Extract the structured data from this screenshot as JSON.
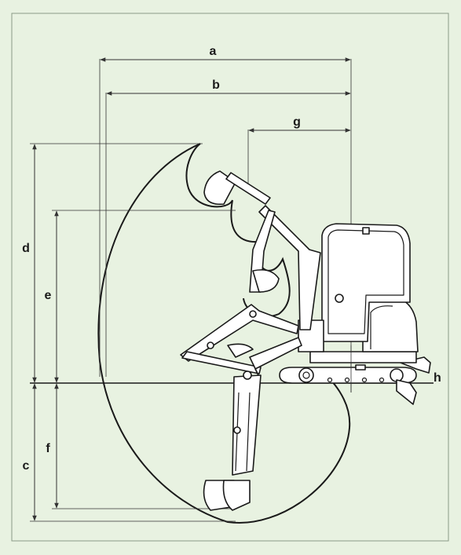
{
  "labels": {
    "a": "a",
    "b": "b",
    "g": "g",
    "d": "d",
    "e": "e",
    "f": "f",
    "c": "c",
    "h": "h"
  },
  "colors": {
    "background": "#e8f2e1",
    "frame": "#8a9a86",
    "line": "#1a1a1a"
  }
}
